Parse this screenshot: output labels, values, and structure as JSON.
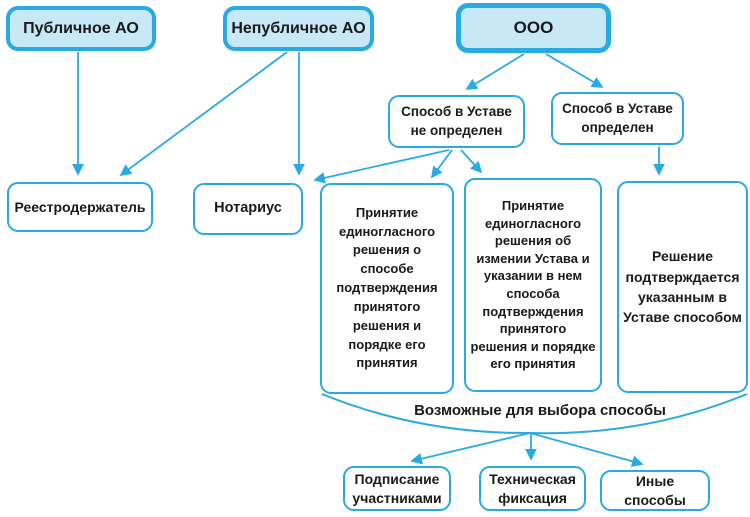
{
  "diagram": {
    "language": "ru",
    "colors": {
      "accent": "#29abe2",
      "box_fill_light": "#c6e8f7",
      "box_fill_white": "#ffffff",
      "text": "#1a1a1a"
    },
    "nodes": {
      "public_ao": {
        "label": "Публичное АО",
        "style": "filled"
      },
      "nonpublic_ao": {
        "label": "Непубличное АО",
        "style": "filled"
      },
      "ooo": {
        "label": "ООО",
        "style": "filled"
      },
      "method_not_defined": {
        "label": "Способ в Уставе не определен",
        "style": "outline"
      },
      "method_defined": {
        "label": "Способ в Уставе определен",
        "style": "outline"
      },
      "registrar": {
        "label": "Реестродержатель",
        "style": "outline"
      },
      "notary": {
        "label": "Нотариус",
        "style": "outline"
      },
      "unanimous_decision_method": {
        "label": "Принятие единогласного решения о способе подтверждения принятого решения и порядке его принятия",
        "style": "outline"
      },
      "unanimous_decision_charter": {
        "label": "Принятие единогласного решения об измении Устава и указании в нем способа подтверждения принятого решения и порядке его принятия",
        "style": "outline"
      },
      "decision_confirmed_by_charter": {
        "label": "Решение подтверждается указанным в Уставе способом",
        "style": "outline"
      },
      "signing_by_participants": {
        "label": "Подписание участниками",
        "style": "outline"
      },
      "technical_fixation": {
        "label": "Техническая фиксация",
        "style": "outline"
      },
      "other_methods": {
        "label": "Иные способы",
        "style": "outline"
      }
    },
    "funnel_label": "Возможные для выбора способы",
    "edges": [
      {
        "from": "public_ao",
        "to": "registrar"
      },
      {
        "from": "nonpublic_ao",
        "to": "registrar"
      },
      {
        "from": "nonpublic_ao",
        "to": "notary"
      },
      {
        "from": "ooo",
        "to": "method_not_defined"
      },
      {
        "from": "ooo",
        "to": "method_defined"
      },
      {
        "from": "method_not_defined",
        "to": "notary"
      },
      {
        "from": "method_not_defined",
        "to": "unanimous_decision_method"
      },
      {
        "from": "method_not_defined",
        "to": "unanimous_decision_charter"
      },
      {
        "from": "method_defined",
        "to": "decision_confirmed_by_charter"
      },
      {
        "from": "options_funnel",
        "to": "signing_by_participants"
      },
      {
        "from": "options_funnel",
        "to": "technical_fixation"
      },
      {
        "from": "options_funnel",
        "to": "other_methods"
      }
    ]
  }
}
